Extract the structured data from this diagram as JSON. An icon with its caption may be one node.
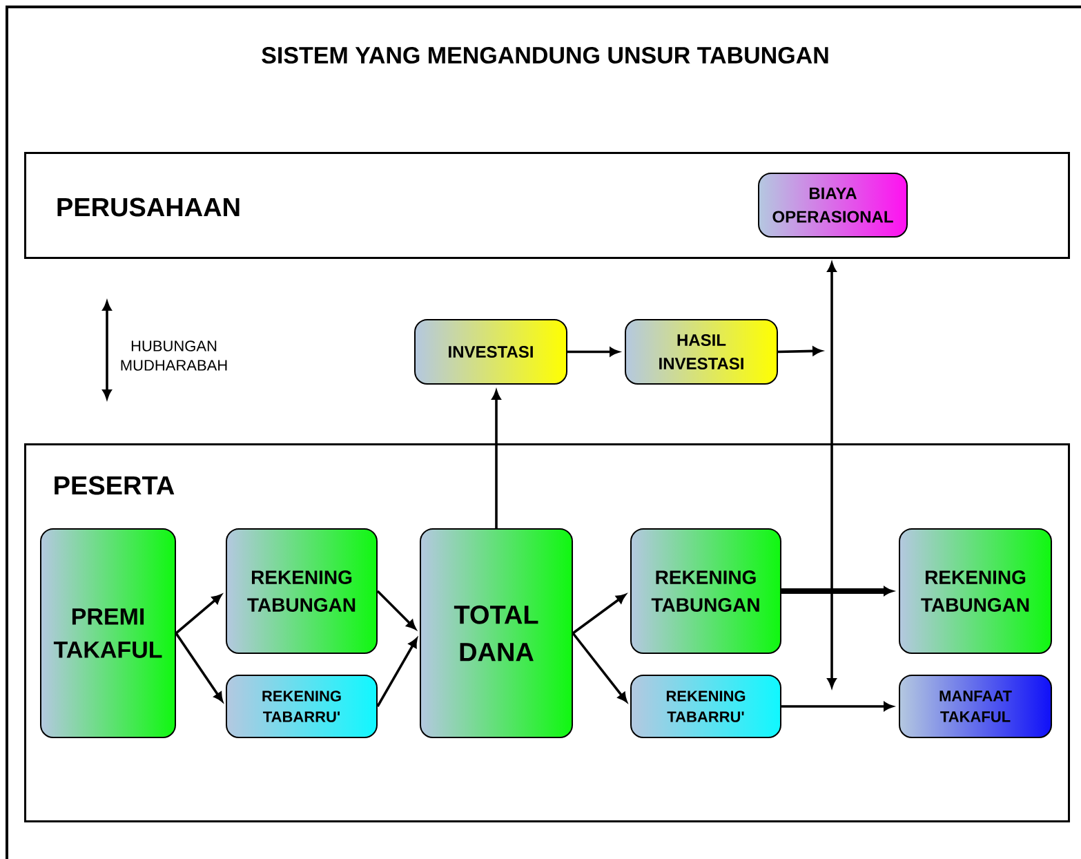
{
  "diagram": {
    "title": "SISTEM YANG MENGANDUNG UNSUR TABUNGAN",
    "nodes": [
      {
        "text": [
          "PERUSAHAAN"
        ]
      },
      {
        "text": [
          "BIAYA OPERASIONAL"
        ],
        "in": 0
      },
      {
        "text": [
          "PESERTA"
        ]
      },
      {
        "text": [
          "PREMI TAKAFUL"
        ],
        "in": 2
      },
      {
        "text": [
          "REKENING TABUNGAN"
        ],
        "in": 2
      },
      {
        "text": [
          "REKENING TABARRU'"
        ],
        "in": 2
      },
      {
        "text": [
          "TOTAL DANA"
        ],
        "in": 2
      },
      {
        "text": [
          "REKENING TABUNGAN"
        ],
        "in": 2
      },
      {
        "text": [
          "REKENING TABARRU'"
        ],
        "in": 2
      },
      {
        "text": [
          "REKENING TABUNGAN"
        ],
        "in": 2
      },
      {
        "text": [
          "MANFAAT TAKAFUL"
        ],
        "in": 2
      },
      {
        "text": [
          "INVESTASI"
        ]
      },
      {
        "text": [
          "HASIL INVESTASI"
        ]
      }
    ],
    "edges": [
      {
        "from": 0,
        "to": 2,
        "arrow": "both",
        "label": "HUBUNGAN MUDHARABAH"
      },
      {
        "from": 3,
        "to": 4,
        "arrow": "to"
      },
      {
        "from": 3,
        "to": 5,
        "arrow": "to"
      },
      {
        "from": 4,
        "to": 6,
        "arrow": "to"
      },
      {
        "from": 5,
        "to": 6,
        "arrow": "to"
      },
      {
        "from": 6,
        "to": 7,
        "arrow": "to"
      },
      {
        "from": 6,
        "to": 8,
        "arrow": "to"
      },
      {
        "from": 7,
        "to": 9,
        "arrow": "to",
        "style": "thick"
      },
      {
        "from": 8,
        "to": 10,
        "arrow": "to"
      },
      {
        "from": 6,
        "to": 11,
        "arrow": "to"
      },
      {
        "from": 11,
        "to": 12,
        "arrow": "to"
      },
      {
        "from": 12,
        "to": null,
        "arrow": "to"
      },
      {
        "from": 0,
        "to": null,
        "arrow": "both"
      }
    ]
  }
}
